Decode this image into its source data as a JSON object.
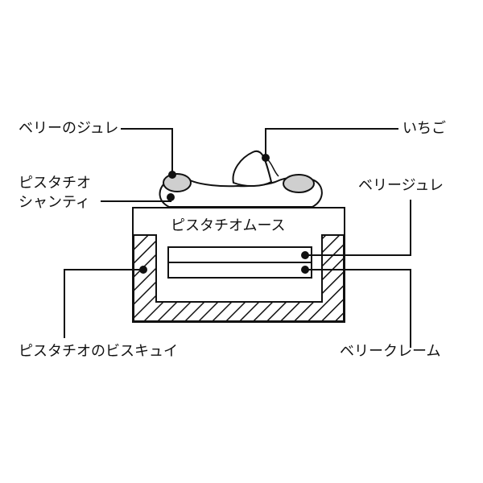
{
  "labels": {
    "berry_gelee_top": "ベリーのジュレ",
    "strawberry": "いちご",
    "pistachio_chantilly_line1": "ピスタチオ",
    "pistachio_chantilly_line2": "シャンティ",
    "berry_jelly": "ベリージュレ",
    "pistachio_mousse": "ピスタチオムース",
    "pistachio_biscuit": "ピスタチオのビスキュイ",
    "berry_cream": "ベリークレーム"
  },
  "colors": {
    "stroke": "#111111",
    "gelee_fill": "#cfcfcf",
    "background": "#ffffff"
  }
}
